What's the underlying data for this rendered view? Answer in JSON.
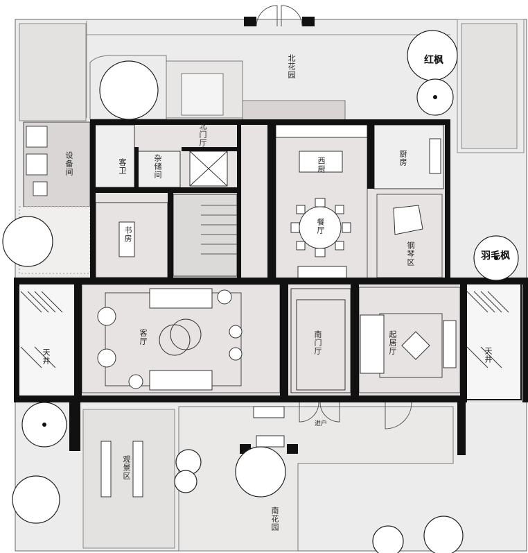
{
  "plan": {
    "colors": {
      "wall": "#111111",
      "floor": "#e6e3e2",
      "garden": "#ececec",
      "line": "#555555"
    },
    "labels": {
      "north_garden": "北花园",
      "north_entry": "北门厅",
      "storage": "杂储间",
      "bath": "客卫",
      "equipment": "设备间",
      "study": "书房",
      "western_kitchen": "西厨",
      "kitchen": "厨房",
      "dining": "餐厅",
      "piano": "钢琴区",
      "living": "客厅",
      "south_entry": "南门厅",
      "family_room": "起居厅",
      "courtyard_left": "天井",
      "courtyard_right": "天井",
      "viewing": "观景区",
      "south_garden": "南花园",
      "entry": "进户",
      "tree_maple": "红枫",
      "tree_feather_maple": "羽毛枫"
    }
  }
}
